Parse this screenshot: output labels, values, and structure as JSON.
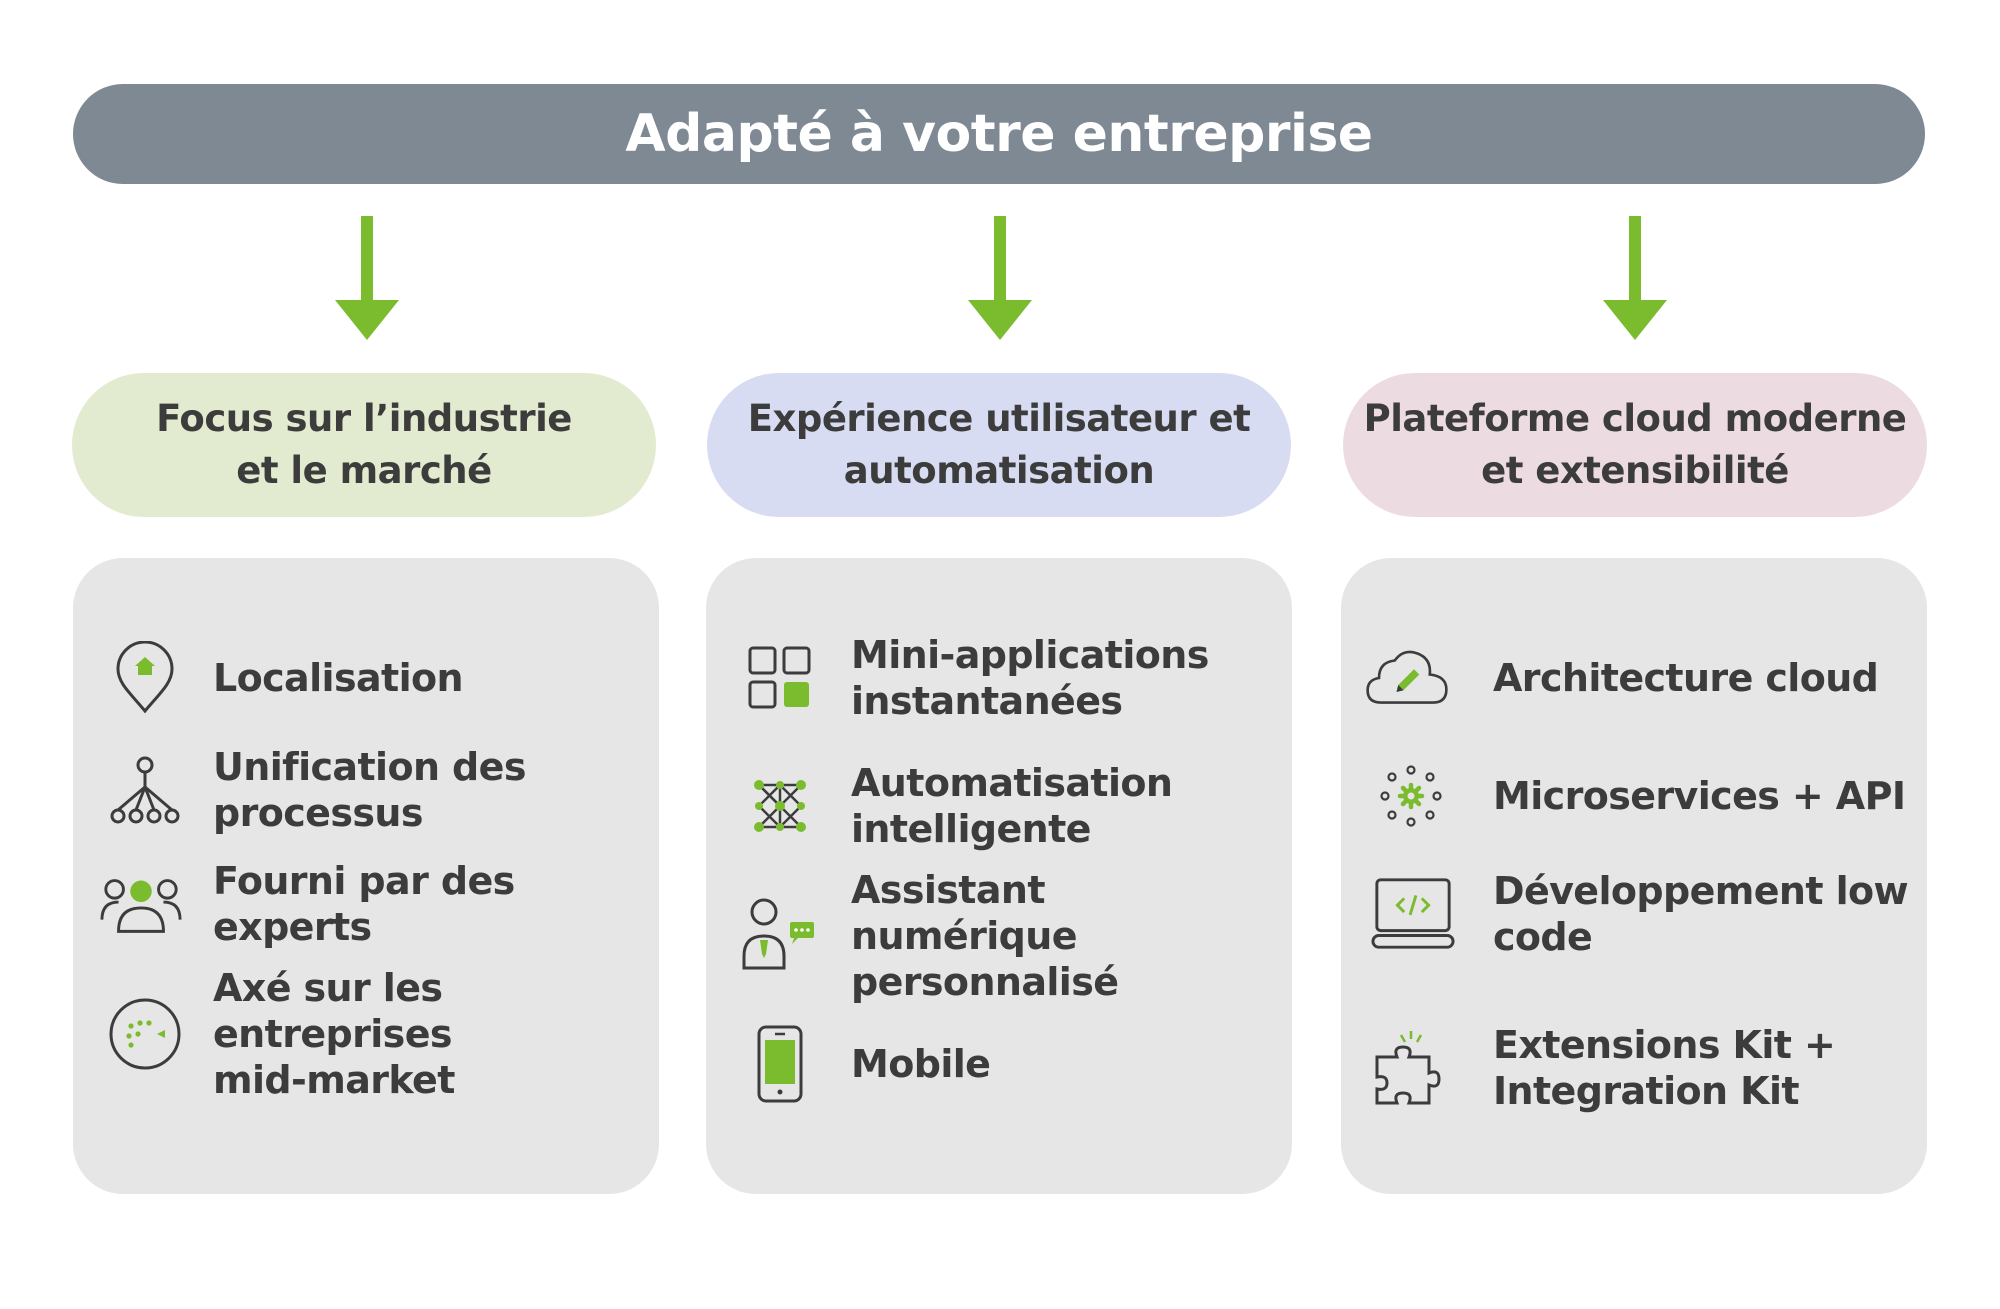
{
  "banner": {
    "title": "Adapté à votre entreprise"
  },
  "colors": {
    "accent": "#7bbb2e",
    "banner": "#7f8993",
    "card": "#e6e6e6",
    "text": "#3c3c3c",
    "icon": "#3c3c3c"
  },
  "columns": [
    {
      "header": "Focus sur l’industrie\net le marché",
      "header_color": "#e2ebcf",
      "items": [
        {
          "label": "Localisation",
          "icon": "location-pin-icon"
        },
        {
          "label": "Unification des\nprocessus",
          "icon": "process-hierarchy-icon"
        },
        {
          "label": "Fourni par des experts",
          "icon": "people-group-icon"
        },
        {
          "label": "Axé sur les entreprises\nmid-market",
          "icon": "target-circle-icon"
        }
      ]
    },
    {
      "header": "Expérience utilisateur et\nautomatisation",
      "header_color": "#d8dcf2",
      "items": [
        {
          "label": "Mini-applications\ninstantanées",
          "icon": "app-grid-icon"
        },
        {
          "label": "Automatisation\nintelligente",
          "icon": "network-mesh-icon"
        },
        {
          "label": "Assistant numérique\npersonnalisé",
          "icon": "assistant-chat-icon"
        },
        {
          "label": "Mobile",
          "icon": "mobile-phone-icon"
        }
      ]
    },
    {
      "header": "Plateforme cloud moderne\net extensibilité",
      "header_color": "#ecdce1",
      "items": [
        {
          "label": "Architecture cloud",
          "icon": "cloud-edit-icon"
        },
        {
          "label": "Microservices + API",
          "icon": "gear-nodes-icon"
        },
        {
          "label": "Développement low\ncode",
          "icon": "laptop-code-icon"
        },
        {
          "label": "Extensions Kit +\nIntegration Kit",
          "icon": "puzzle-piece-icon"
        }
      ]
    }
  ]
}
